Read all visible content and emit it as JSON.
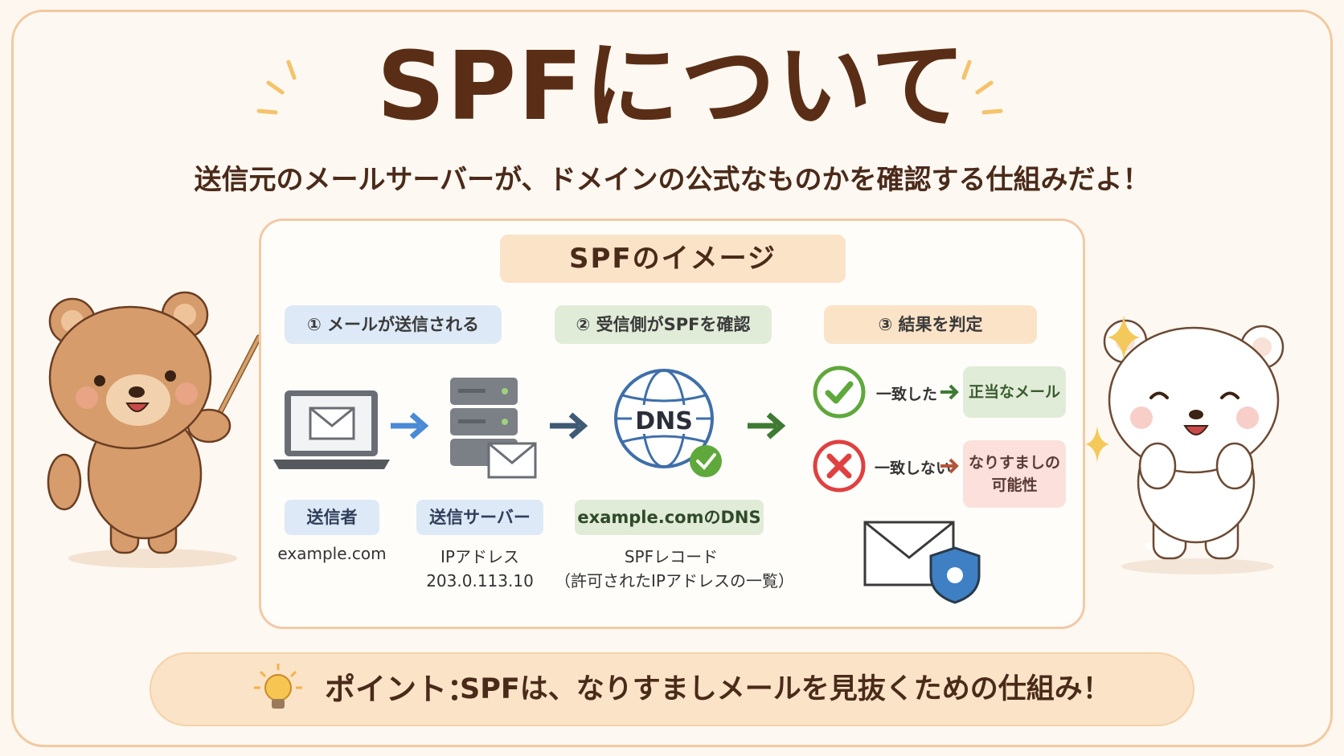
{
  "title": "SPFについて",
  "subtitle": "送信元のメールサーバーが、ドメインの公式なものかを確認する仕組みだよ！",
  "panel": {
    "title": "SPFのイメージ",
    "steps": [
      {
        "label": "① メールが送信される"
      },
      {
        "label": "② 受信側がSPFを確認"
      },
      {
        "label": "③ 結果を判定"
      }
    ],
    "sender": {
      "label": "送信者",
      "caption": "example.com"
    },
    "server": {
      "label": "送信サーバー",
      "caption_line1": "IPアドレス",
      "caption_line2": "203.0.113.10"
    },
    "dns": {
      "icon_text": "DNS",
      "label": "example.comのDNS",
      "caption_line1": "SPFレコード",
      "caption_line2": "（許可されたIPアドレスの一覧）"
    },
    "results": {
      "match": {
        "condition": "一致した",
        "result": "正当なメール"
      },
      "mismatch": {
        "condition": "一致しない",
        "result_line1": "なりすましの",
        "result_line2": "可能性"
      }
    }
  },
  "point": {
    "label": "ポイント：",
    "text": "SPFは、なりすましメールを見抜くための仕組み！"
  },
  "colors": {
    "title": "#5a2e16",
    "accent_orange": "#f4c36b",
    "blue_arrow": "#4a8ad6",
    "green_arrow": "#3f7a34",
    "ok_green": "#5fa83c",
    "ng_red": "#e04040"
  }
}
